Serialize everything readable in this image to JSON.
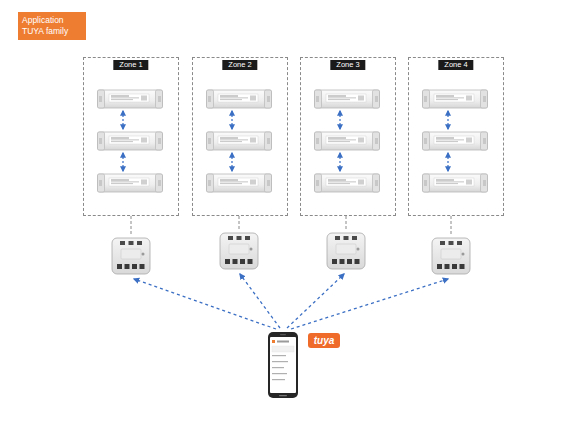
{
  "diagram": {
    "nodes": [
      {
        "text": [
          "Application TUYA family"
        ]
      },
      {
        "text": [
          "Zone 1"
        ]
      },
      {
        "text": [
          "Zone 2"
        ]
      },
      {
        "text": [
          "Zone 3"
        ]
      },
      {
        "text": [
          "Zone 4"
        ]
      },
      {
        "text": [
          "tuya"
        ]
      }
    ]
  }
}
